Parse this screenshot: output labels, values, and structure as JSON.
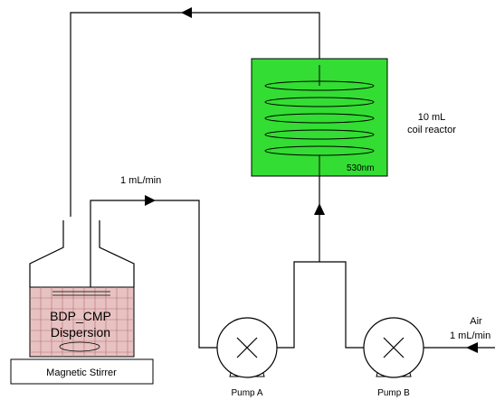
{
  "labels": {
    "flow_rate_recycle": "1 mL/min",
    "reactor_volume": "10 mL",
    "reactor_type": "coil reactor",
    "wavelength": "530nm",
    "vessel_line1": "BDP_CMP",
    "vessel_line2": "Dispersion",
    "stirrer": "Magnetic Stirrer",
    "pump_a": "Pump A",
    "pump_b": "Pump B",
    "air": "Air",
    "air_flow": "1 mL/min"
  },
  "colors": {
    "reactor_fill": "#33dd33",
    "vessel_fill": "#e8c2c2",
    "stroke": "#000000"
  }
}
